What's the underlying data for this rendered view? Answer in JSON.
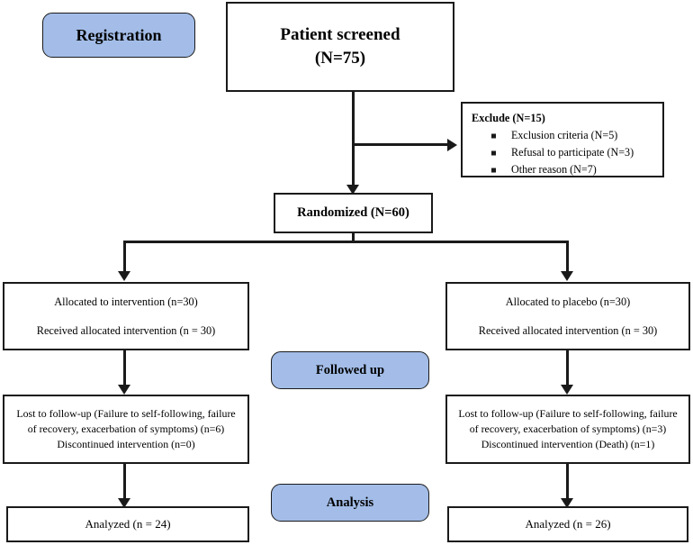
{
  "diagram": {
    "title": "CONSORT participant flow diagram",
    "accent_blue": "#a3bde8",
    "line_color": "#1a1a1a"
  },
  "stages": [
    {
      "key": "registration",
      "label": "Registration"
    },
    {
      "key": "followed_up",
      "label": "Followed up"
    },
    {
      "key": "analysis",
      "label": "Analysis"
    }
  ],
  "enrollment": {
    "screened": {
      "line1": "Patient screened",
      "line2": "(N=75)"
    },
    "randomized": {
      "label": "Randomized (N=60)"
    },
    "exclude": {
      "title": "Exclude (N=15)",
      "reasons": [
        "Exclusion criteria (N=5)",
        "Refusal to participate (N=3)",
        "Other reason (N=7)"
      ]
    }
  },
  "arms": {
    "intervention": {
      "allocation": {
        "line1": "Allocated to intervention (n=30)",
        "line2": "Received allocated intervention (n = 30)"
      },
      "follow_up": {
        "line1": "Lost to follow-up (Failure to self-following, failure",
        "line2": "of recovery, exacerbation of symptoms) (n=6)",
        "line3": "Discontinued intervention (n=0)"
      },
      "analyzed": {
        "label": "Analyzed (n = 24)"
      }
    },
    "placebo": {
      "allocation": {
        "line1": "Allocated to placebo (n=30)",
        "line2": "Received allocated intervention (n = 30)"
      },
      "follow_up": {
        "line1": "Lost to follow-up (Failure to self-following, failure",
        "line2": "of recovery, exacerbation of symptoms) (n=3)",
        "line3": "Discontinued intervention (Death) (n=1)"
      },
      "analyzed": {
        "label": "Analyzed (n = 26)"
      }
    }
  }
}
